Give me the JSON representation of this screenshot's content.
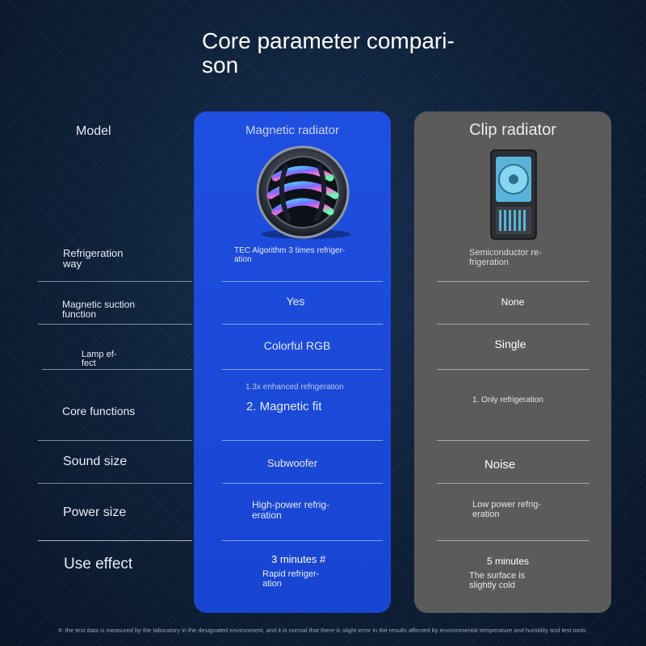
{
  "title": "Core parameter compari-\nson",
  "columns": {
    "magnetic": {
      "header": "Magnetic radiator"
    },
    "clip": {
      "header": "Clip radiator"
    }
  },
  "rows": [
    {
      "label": "Model"
    },
    {
      "label": "Refrigeration\nway",
      "magnetic": "TEC Algorithm 3 times refriger-\nation",
      "clip": "Semiconductor re-\nfrigeration"
    },
    {
      "label": "Magnetic suction\nfunction",
      "magnetic": "Yes",
      "clip": "None"
    },
    {
      "label": "Lamp ef-\nfect",
      "magnetic": "Colorful RGB",
      "clip": "Single"
    },
    {
      "label": "Core functions",
      "magnetic_small": "1.3x enhanced refrigeration",
      "magnetic": "2. Magnetic fit",
      "clip": "1. Only refrigeration"
    },
    {
      "label": "Sound size",
      "magnetic": "Subwoofer",
      "clip": "Noise"
    },
    {
      "label": "Power size",
      "magnetic": "High-power refrig-\neration",
      "clip": "Low power refrig-\neration"
    },
    {
      "label": "Use effect",
      "magnetic": "3 minutes #",
      "magnetic_sub": "Rapid refriger-\nation",
      "clip": "5 minutes",
      "clip_sub": "The surface is\nslightly cold"
    }
  ],
  "footnote": "#: the test data is measured by the laboratory in the designated environment, and it is normal that there is slight error in the results affected by environmental temperature and humidity and test tools."
}
